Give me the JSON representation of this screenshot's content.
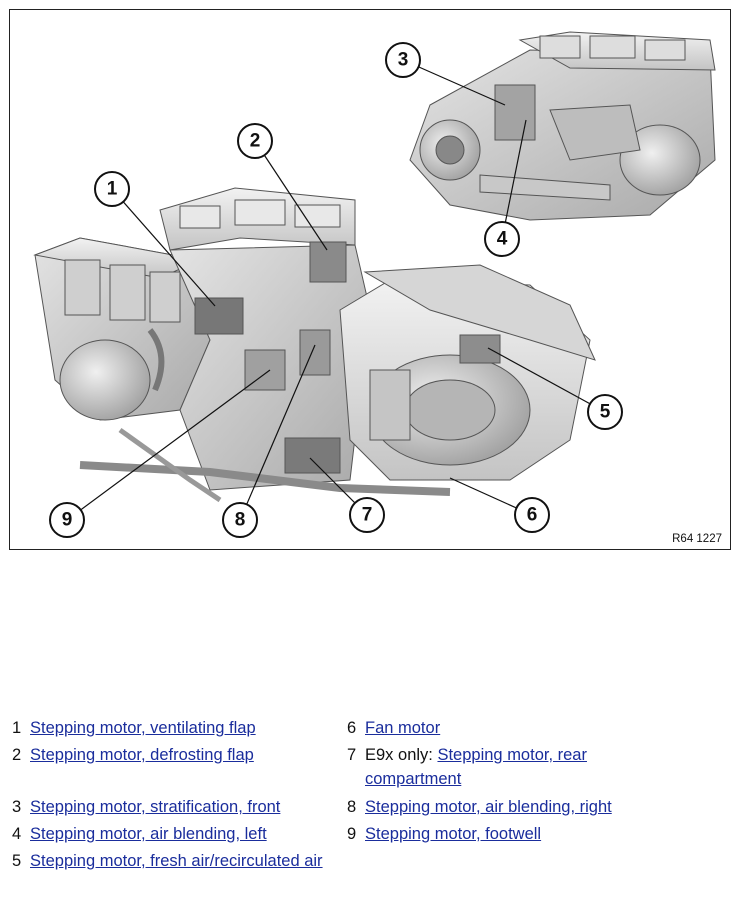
{
  "figure": {
    "reference": "R64 1227",
    "callouts": [
      "1",
      "2",
      "3",
      "4",
      "5",
      "6",
      "7",
      "8",
      "9"
    ]
  },
  "legend": [
    {
      "num": "1",
      "text": "Stepping motor, ventilating flap"
    },
    {
      "num": "2",
      "text": "Stepping motor, defrosting flap"
    },
    {
      "num": "3",
      "text": "Stepping motor, stratification, front"
    },
    {
      "num": "4",
      "text": "Stepping motor, air blending, left"
    },
    {
      "num": "5",
      "text": "Stepping motor, fresh air/recirculated air"
    },
    {
      "num": "6",
      "text": "Fan motor"
    },
    {
      "num": "7",
      "prefix": "E9x only:",
      "text": "Stepping motor, rear compartment"
    },
    {
      "num": "8",
      "text": "Stepping motor, air blending, right"
    },
    {
      "num": "9",
      "text": "Stepping motor, footwell"
    }
  ],
  "colors": {
    "link": "#1a2d9c",
    "text": "#111111",
    "border": "#222222"
  }
}
